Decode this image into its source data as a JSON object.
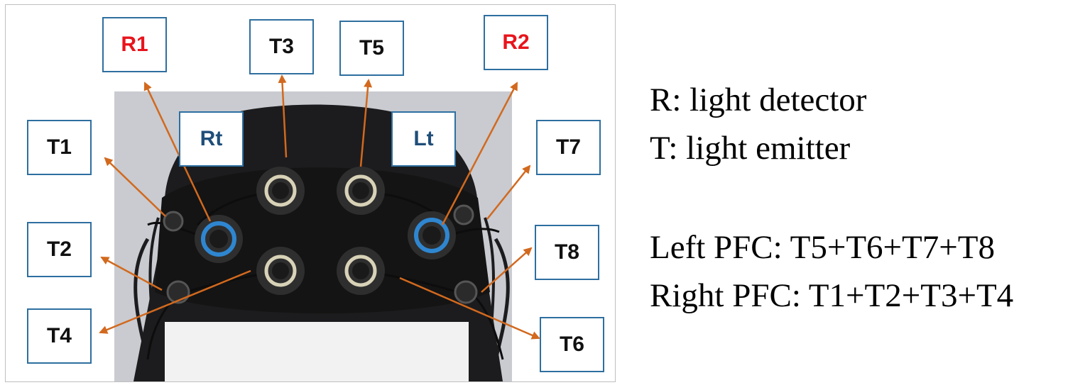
{
  "figure": {
    "labels": {
      "R1": "R1",
      "T3": "T3",
      "T5": "T5",
      "R2": "R2",
      "T1": "T1",
      "Rt": "Rt",
      "Lt": "Lt",
      "T7": "T7",
      "T2": "T2",
      "T8": "T8",
      "T4": "T4",
      "T6": "T6"
    },
    "colors": {
      "arrow": "#d2691e",
      "label_border": "#2e6fa0",
      "detector_label": "#e8141c",
      "side_label": "#1f4e79",
      "headband": "#141414",
      "background_photo": "#c9cbd0",
      "face_mask": "#f2f2f3"
    }
  },
  "legend": {
    "line1": "R: light detector",
    "line2": "T: light emitter",
    "line3": "Left PFC: T5+T6+T7+T8",
    "line4": "Right PFC: T1+T2+T3+T4"
  }
}
